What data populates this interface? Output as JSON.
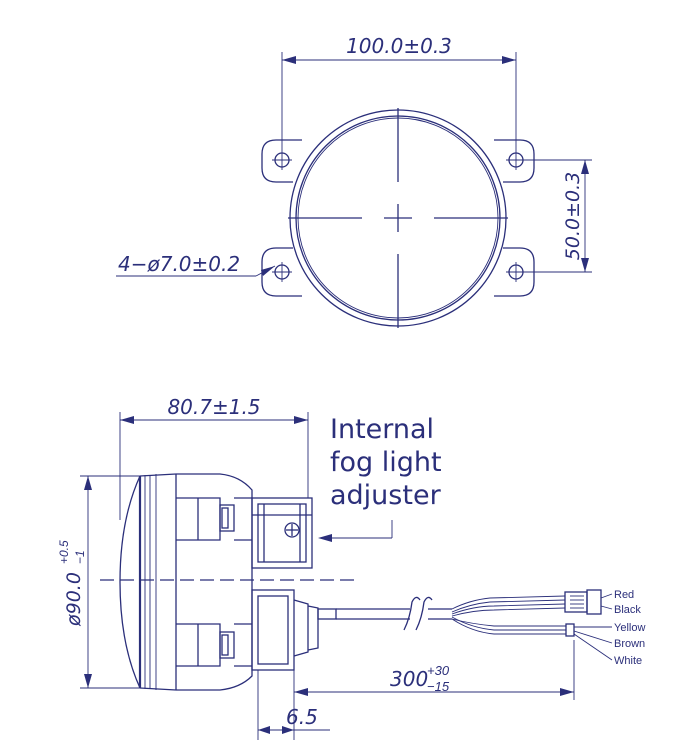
{
  "front_view": {
    "width_dim": "100.0±0.3",
    "hole_spacing_dim": "50.0±0.3",
    "hole_dim": "4−ø7.0±0.2"
  },
  "side_view": {
    "depth_dim": "80.7±1.5",
    "diameter_dim": {
      "base": "ø90.0",
      "upper": "+0.5",
      "lower": "−1"
    },
    "cable_dim": {
      "base": "300",
      "upper": "+30",
      "lower": "−15"
    },
    "offset_dim": "6.5",
    "note_lines": [
      "Internal",
      "fog light",
      "adjuster"
    ],
    "wires": [
      "Red",
      "Black",
      "Yellow",
      "Brown",
      "White"
    ]
  },
  "colors": {
    "line": "#2b2f7a",
    "background": "#ffffff"
  }
}
